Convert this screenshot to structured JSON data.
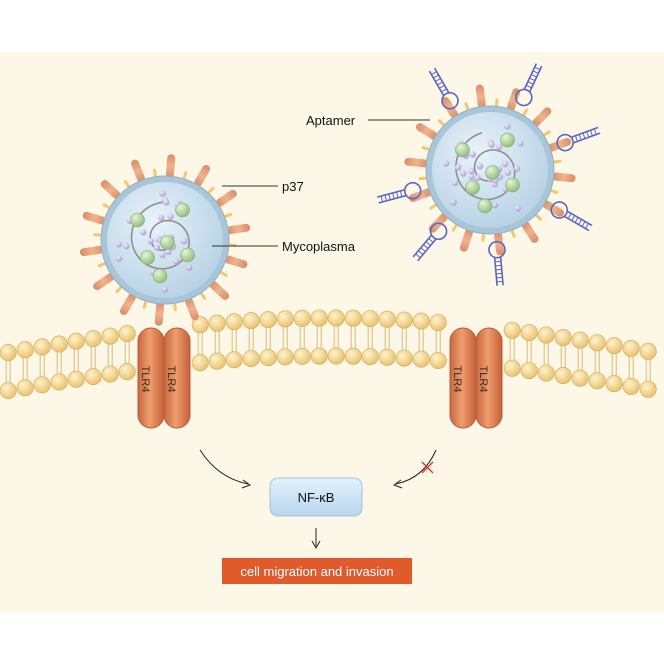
{
  "labels": {
    "p37": "p37",
    "mycoplasma": "Mycoplasma",
    "aptamer": "Aptamer",
    "nfkb": "NF-κB",
    "outcome": "cell migration and invasion"
  },
  "receptors": {
    "left": [
      "TLR4",
      "TLR4"
    ],
    "right": [
      "TLR4",
      "TLR4"
    ]
  },
  "colors": {
    "background": "#fdf7e7",
    "lipid_head": "#ecc978",
    "lipid_tail": "#d9bb7c",
    "receptor": "#df8a5c",
    "receptor_dark": "#c2633b",
    "mycoplasma_shell": "#a9c6d9",
    "mycoplasma_core": "#c9dfee",
    "spike": "#e7a27e",
    "aptamer": "#5967c2",
    "nfkb_box": "#c9e1f3",
    "outcome_box": "#e05a2c",
    "inhibit_mark": "#e0312a"
  },
  "icons": [
    "arrow-icon",
    "inhibition-x-icon"
  ]
}
